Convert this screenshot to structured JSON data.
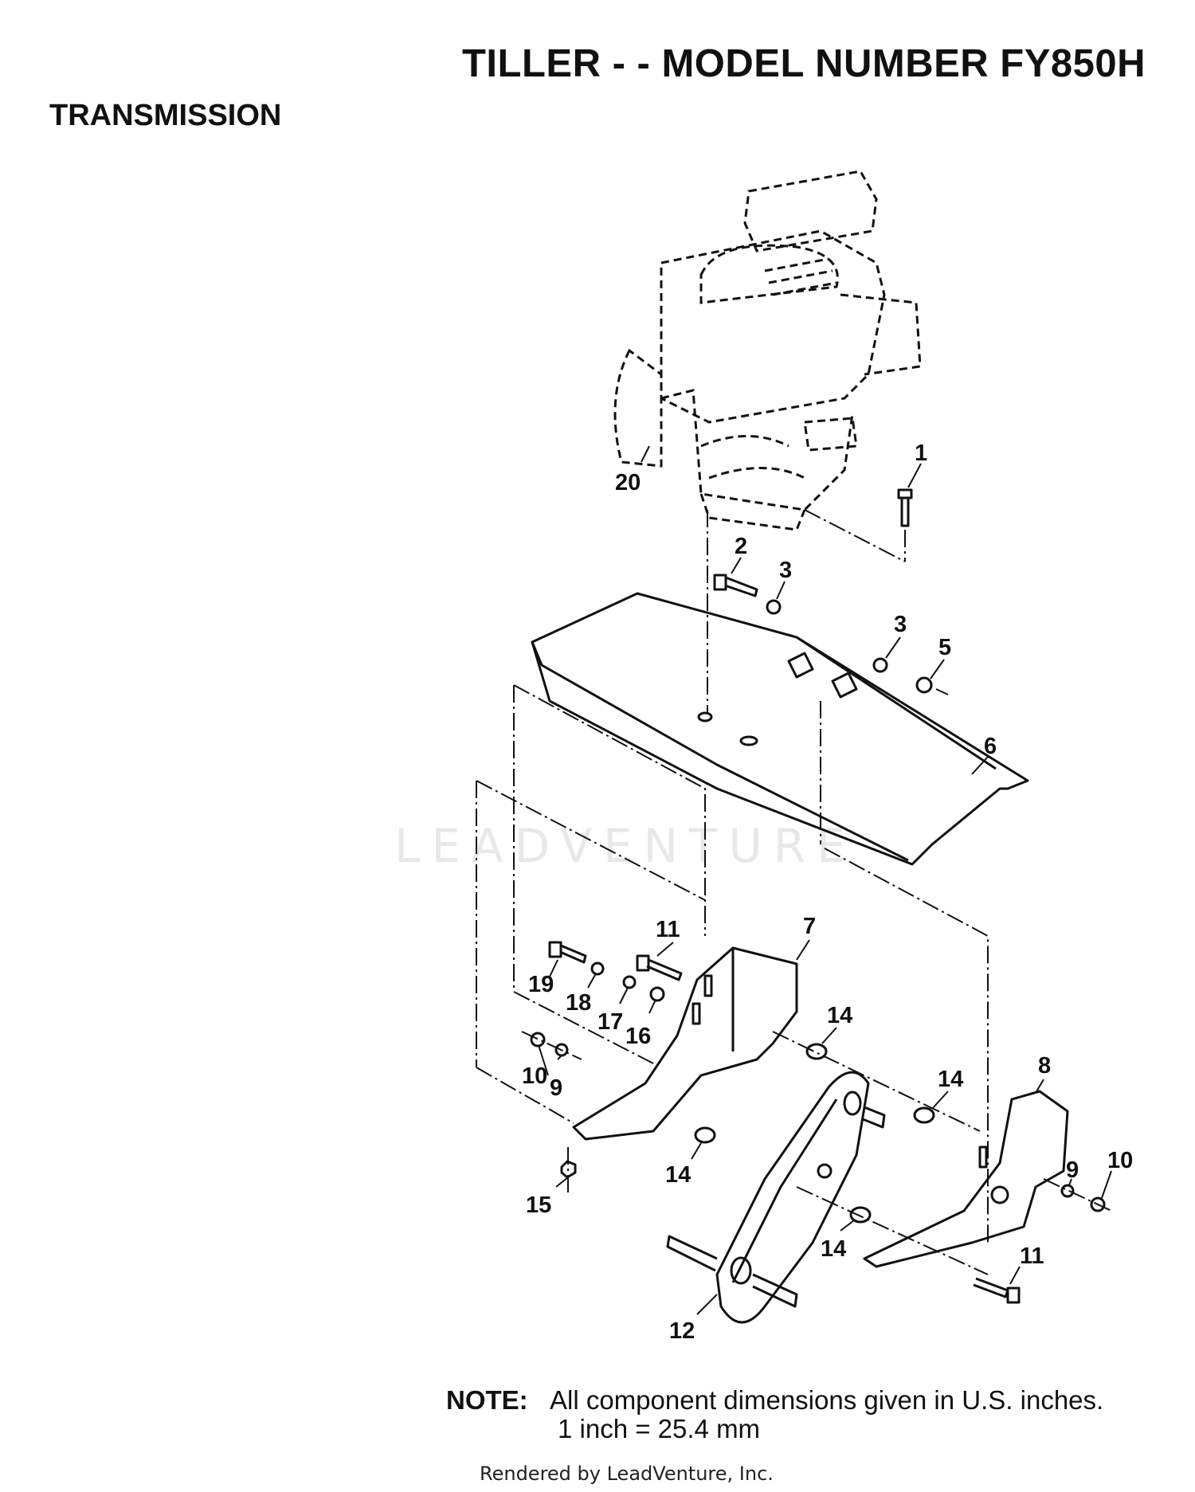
{
  "header": {
    "title": "TILLER - - MODEL NUMBER FY850H",
    "section": "TRANSMISSION"
  },
  "watermark": "LEADVENTURE",
  "callouts": [
    {
      "id": "1",
      "label": "1"
    },
    {
      "id": "2",
      "label": "2"
    },
    {
      "id": "3a",
      "label": "3"
    },
    {
      "id": "3b",
      "label": "3"
    },
    {
      "id": "5",
      "label": "5"
    },
    {
      "id": "6",
      "label": "6"
    },
    {
      "id": "7",
      "label": "7"
    },
    {
      "id": "8",
      "label": "8"
    },
    {
      "id": "9a",
      "label": "9"
    },
    {
      "id": "9b",
      "label": "9"
    },
    {
      "id": "10a",
      "label": "10"
    },
    {
      "id": "10b",
      "label": "10"
    },
    {
      "id": "11a",
      "label": "11"
    },
    {
      "id": "11b",
      "label": "11"
    },
    {
      "id": "12",
      "label": "12"
    },
    {
      "id": "14a",
      "label": "14"
    },
    {
      "id": "14b",
      "label": "14"
    },
    {
      "id": "14c",
      "label": "14"
    },
    {
      "id": "14d",
      "label": "14"
    },
    {
      "id": "15",
      "label": "15"
    },
    {
      "id": "16",
      "label": "16"
    },
    {
      "id": "17",
      "label": "17"
    },
    {
      "id": "18",
      "label": "18"
    },
    {
      "id": "19",
      "label": "19"
    },
    {
      "id": "20",
      "label": "20"
    }
  ],
  "note": {
    "label": "NOTE:",
    "line1": "All component dimensions given in U.S. inches.",
    "line2": "1 inch = 25.4 mm"
  },
  "footer": "Rendered by LeadVenture, Inc."
}
